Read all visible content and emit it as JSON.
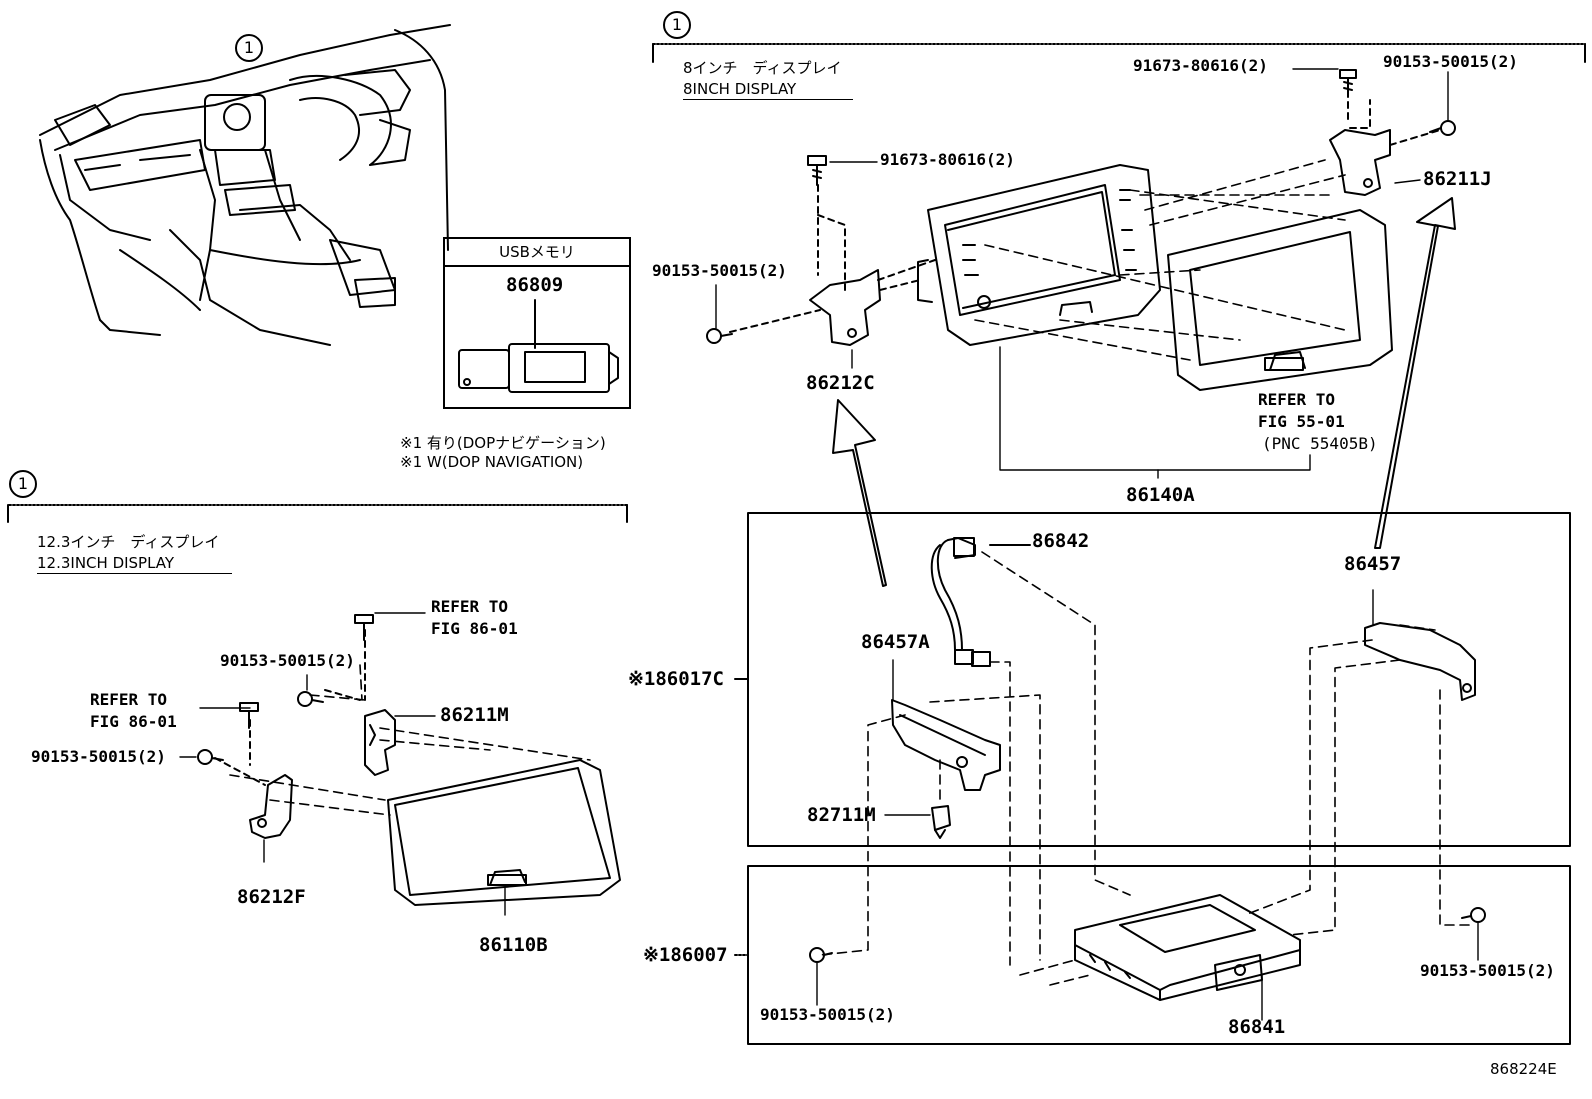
{
  "callout_marker": "1",
  "usb": {
    "title": "USBメモリ",
    "part": "86809"
  },
  "notes": {
    "jp": "※1 有り(DOPナビゲーション)",
    "en": "※1 W(DOP NAVIGATION)"
  },
  "section_8inch": {
    "title_jp": "8インチ　ディスプレイ",
    "title_en": "8INCH DISPLAY",
    "parts": {
      "screw_top": "91673-80616(2)",
      "bolt_top_right": "90153-50015(2)",
      "bracket_right": "86211J",
      "screw_left": "91673-80616(2)",
      "bolt_left": "90153-50015(2)",
      "bracket_left": "86212C",
      "display_assy": "86140A",
      "refer_1": "REFER TO",
      "refer_2": "FIG 55-01",
      "refer_3": "(PNC 55405B)"
    }
  },
  "section_12inch": {
    "title_jp": "12.3インチ　ディスプレイ",
    "title_en": "12.3INCH DISPLAY",
    "parts": {
      "refer_a1": "REFER TO",
      "refer_a2": "FIG 86-01",
      "bolt_a": "90153-50015(2)",
      "bracket_right": "86211M",
      "refer_b1": "REFER TO",
      "refer_b2": "FIG 86-01",
      "bolt_b": "90153-50015(2)",
      "bracket_left": "86212F",
      "display": "86110B"
    }
  },
  "lower_right": {
    "kit_a": "※186017C",
    "kit_b": "※186007",
    "harness": "86842",
    "bracket_a": "86457A",
    "bracket_b": "86457",
    "clip": "82711M",
    "bolt_left": "90153-50015(2)",
    "bolt_right": "90153-50015(2)",
    "module": "86841"
  },
  "figure_code": "868224E"
}
